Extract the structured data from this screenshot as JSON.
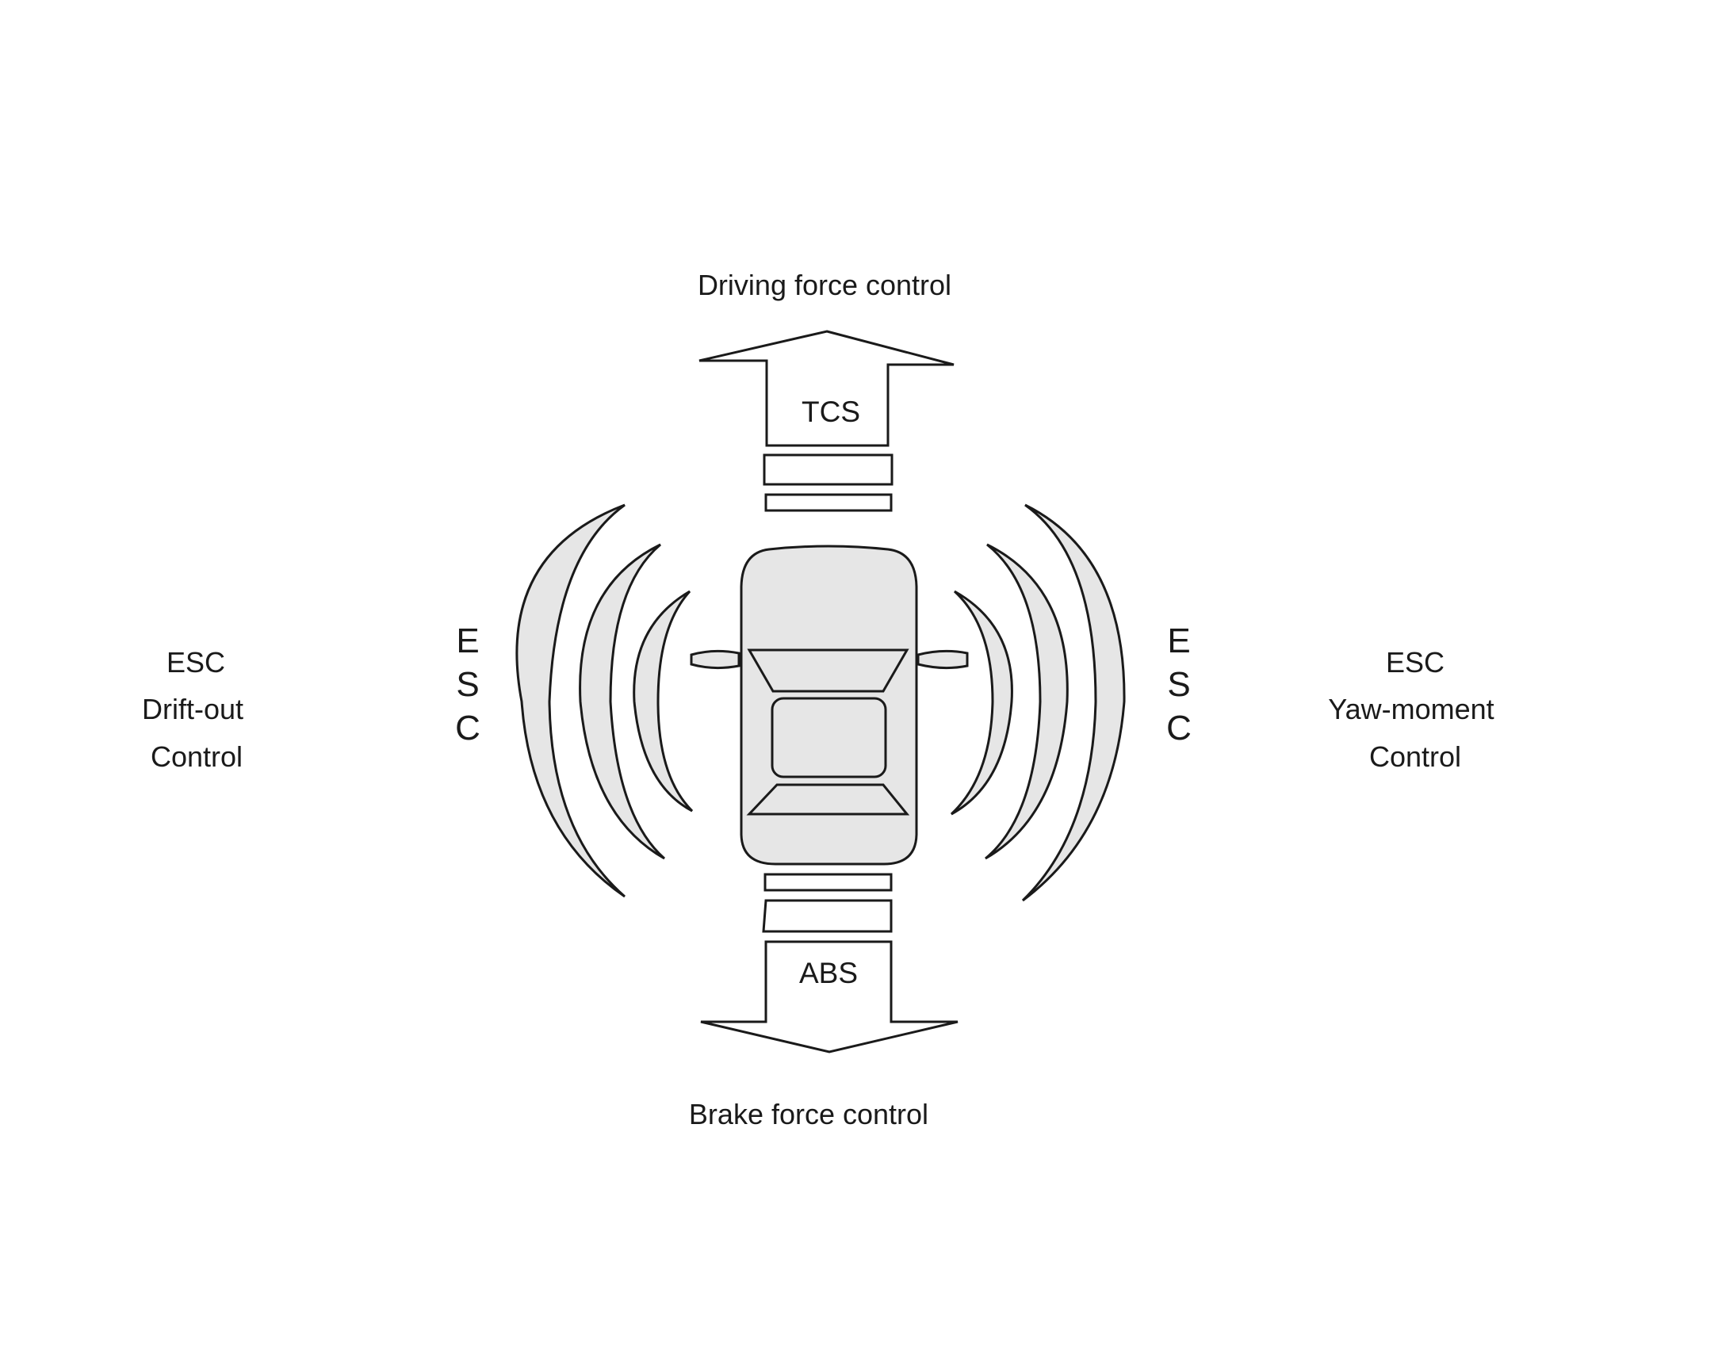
{
  "labels": {
    "top": "Driving force control",
    "bottom": "Brake force control",
    "top_arrow": "TCS",
    "bottom_arrow": "ABS",
    "left_vertical": [
      "E",
      "S",
      "C"
    ],
    "right_vertical": [
      "E",
      "S",
      "C"
    ],
    "left_block": [
      "ESC",
      "Drift-out",
      "Control"
    ],
    "right_block": [
      "ESC",
      "Yaw-moment",
      "Control"
    ]
  },
  "colors": {
    "wave_fill": "#e6e6e6",
    "car_fill": "#e6e6e6",
    "stroke": "#1a1a1a"
  }
}
